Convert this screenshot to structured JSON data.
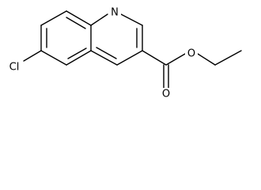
{
  "structure": {
    "atoms": {
      "nitrogen": "N",
      "chlorine": "Cl",
      "carbonyl_oxygen": "O",
      "ester_oxygen": "O"
    },
    "colors": {
      "line": "#000000",
      "background": "#ffffff"
    }
  }
}
